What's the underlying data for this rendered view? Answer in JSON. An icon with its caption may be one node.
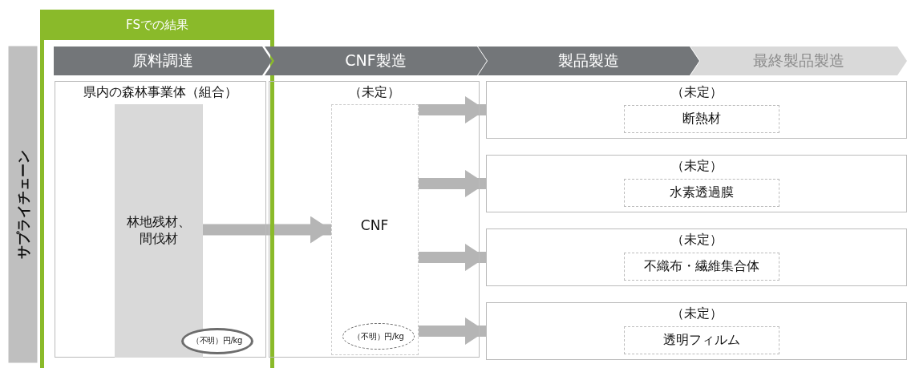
{
  "diagram": {
    "nodes": [
      {
        "text": [
          "FSでの結果"
        ]
      },
      {
        "text": [
          "サプライチェーン"
        ]
      },
      {
        "text": [
          "原料調達"
        ],
        "in": 0
      },
      {
        "text": [
          "CNF製造"
        ]
      },
      {
        "text": [
          "製品製造"
        ]
      },
      {
        "text": [
          "最終製品製造"
        ]
      },
      {
        "text": [
          "県内の森林事業体（組合）"
        ],
        "in": 0
      },
      {
        "text": [
          "林地残材、間伐材"
        ],
        "in": 6
      },
      {
        "text": [
          "（不明）円/kg"
        ],
        "in": 6
      },
      {
        "text": [
          "（未定）"
        ]
      },
      {
        "text": [
          "CNF"
        ],
        "in": 9
      },
      {
        "text": [
          "（不明）円/kg"
        ],
        "in": 10
      },
      {
        "text": [
          "（未定）"
        ]
      },
      {
        "text": [
          "断熱材"
        ],
        "in": 12
      },
      {
        "text": [
          "（未定）"
        ]
      },
      {
        "text": [
          "水素透過膜"
        ],
        "in": 14
      },
      {
        "text": [
          "（未定）"
        ]
      },
      {
        "text": [
          "不織布・繊維集合体"
        ],
        "in": 16
      },
      {
        "text": [
          "（未定）"
        ]
      },
      {
        "text": [
          "透明フィルム"
        ],
        "in": 18
      }
    ],
    "edges": [
      {
        "from": 7,
        "to": 10,
        "arrow": "to"
      },
      {
        "from": 10,
        "to": 12,
        "arrow": "to"
      },
      {
        "from": 10,
        "to": 14,
        "arrow": "to"
      },
      {
        "from": 10,
        "to": 16,
        "arrow": "to"
      },
      {
        "from": 10,
        "to": 18,
        "arrow": "to"
      }
    ]
  }
}
